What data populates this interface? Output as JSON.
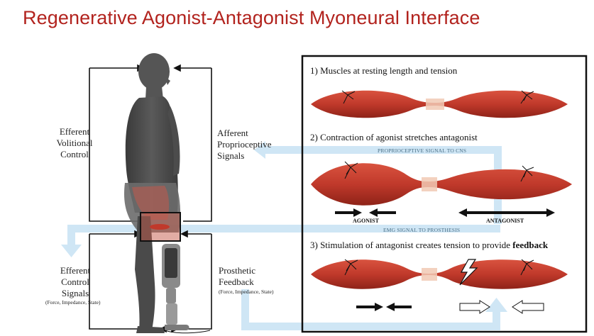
{
  "title": "Regenerative Agonist-Antagonist Myoneural Interface",
  "labels": {
    "efferent_volitional": [
      "Efferent",
      "Volitional",
      "Control"
    ],
    "afferent_proprioceptive": [
      "Afferent",
      "Proprioceptive",
      "Signals"
    ],
    "efferent_control": [
      "Efferent",
      "Control",
      "Signals"
    ],
    "efferent_control_sub": "(Force, Impedance, State)",
    "prosthetic_feedback": [
      "Prosthetic",
      "Feedback"
    ],
    "prosthetic_feedback_sub": "(Force, Impedance, State)"
  },
  "steps": {
    "step1": "1) Muscles at resting length and tension",
    "step2": "2) Contraction of agonist stretches antagonist",
    "step3_prefix": "3) Stimulation of antagonist creates tension to provide ",
    "step3_bold": "feedback"
  },
  "signals": {
    "proprioceptive": "PROPRIOCEPTIVE SIGNAL TO CNS",
    "emg": "EMG SIGNAL TO PROSTHESIS"
  },
  "muscle_labels": {
    "agonist": "AGONIST",
    "antagonist": "ANTAGONIST"
  },
  "colors": {
    "title": "#b2231e",
    "muscle": "#c0392b",
    "signal_blue": "#cfe6f5",
    "figure": "#4a4a4a"
  }
}
